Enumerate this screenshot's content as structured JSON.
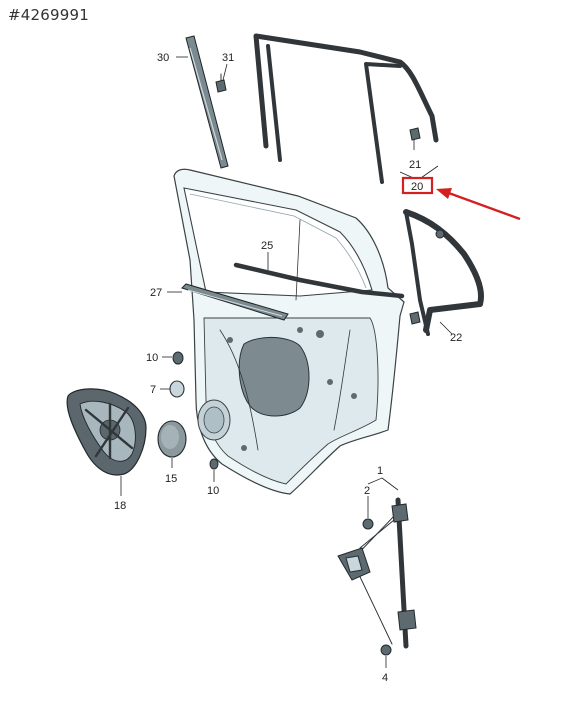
{
  "image_id_label": "#4269991",
  "highlight_color": "#d42020",
  "arrow_color": "#d42020",
  "labels": {
    "p30": "30",
    "p31": "31",
    "p21": "21",
    "p20": "20",
    "p25": "25",
    "p22": "22",
    "p27": "27",
    "p10a": "10",
    "p7": "7",
    "p18": "18",
    "p15": "15",
    "p10b": "10",
    "p1": "1",
    "p2": "2",
    "p4": "4"
  }
}
